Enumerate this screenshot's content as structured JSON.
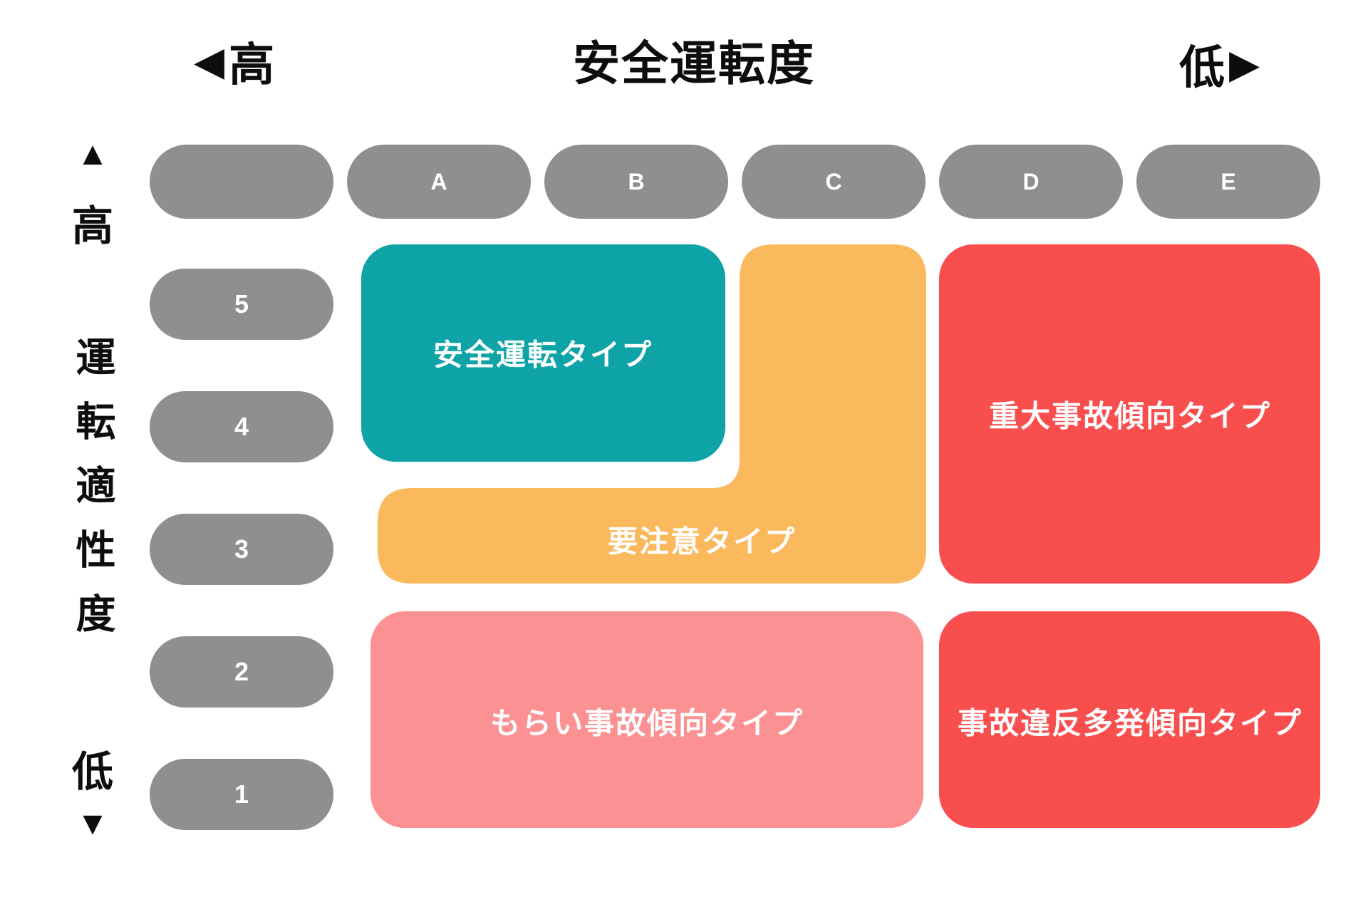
{
  "header": {
    "left_arrow": "◀",
    "left_label": "高",
    "title": "安全運転度",
    "right_label": "低",
    "right_arrow": "▶"
  },
  "y_axis": {
    "up_arrow": "▲",
    "high_label": "高",
    "title": "運転適性度",
    "low_label": "低",
    "down_arrow": "▼"
  },
  "column_pills": [
    {
      "label": ""
    },
    {
      "label": "A"
    },
    {
      "label": "B"
    },
    {
      "label": "C"
    },
    {
      "label": "D"
    },
    {
      "label": "E"
    }
  ],
  "row_pills": [
    {
      "label": "5"
    },
    {
      "label": "4"
    },
    {
      "label": "3"
    },
    {
      "label": "2"
    },
    {
      "label": "1"
    }
  ],
  "regions": {
    "safe": {
      "label": "安全運転タイプ",
      "color": "#0EA3A6",
      "columns": "A–B",
      "rows": "5–4"
    },
    "caution": {
      "label": "要注意タイプ",
      "color": "#FBB95D",
      "columns": "A–C",
      "rows": "C:5–3, A–B:3",
      "shape": "L"
    },
    "serious": {
      "label": "重大事故傾向タイプ",
      "color": "#F94E4E",
      "columns": "D–E",
      "rows": "5–3"
    },
    "morai": {
      "label": "もらい事故傾向タイプ",
      "color": "#FB9193",
      "columns": "A–C",
      "rows": "2–1"
    },
    "violation": {
      "label": "事故違反多発傾向タイプ",
      "color": "#F94E4E",
      "columns": "D–E",
      "rows": "2–1"
    }
  },
  "colors": {
    "pill": "#8F8F8F",
    "label_text": "#FFFFFF",
    "axis_text": "#0D0D0D",
    "background": "#FFFFFF"
  }
}
